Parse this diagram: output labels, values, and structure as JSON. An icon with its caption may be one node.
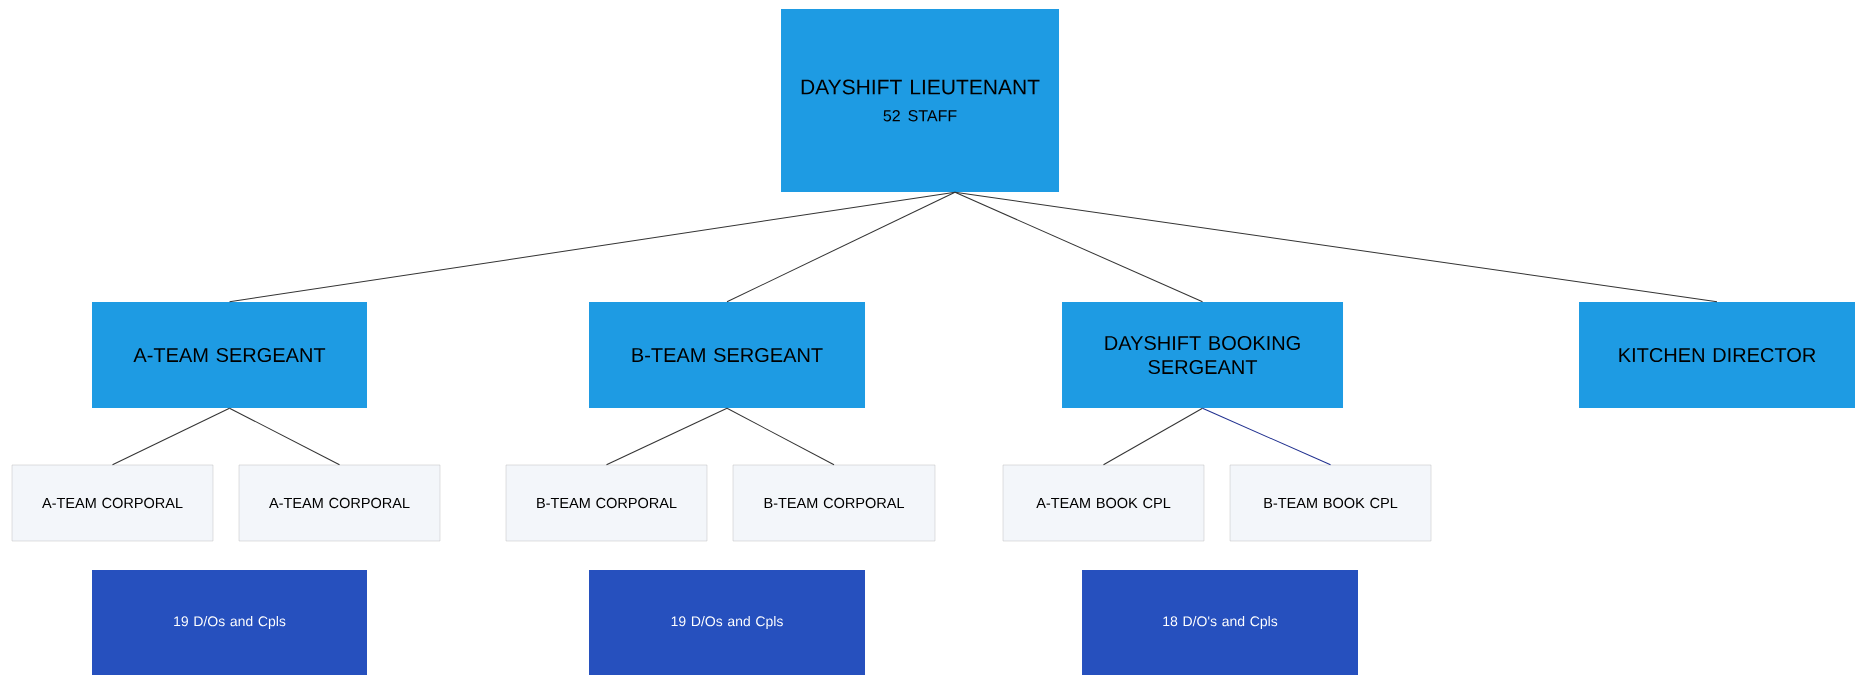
{
  "diagram": {
    "nodes": [
      {
        "text": [
          "DAYSHIFT LIEUTENANT",
          "52 STAFF"
        ]
      },
      {
        "text": [
          "A-TEAM SERGEANT"
        ]
      },
      {
        "text": [
          "B-TEAM SERGEANT"
        ]
      },
      {
        "text": [
          "DAYSHIFT BOOKING SERGEANT"
        ]
      },
      {
        "text": [
          "KITCHEN DIRECTOR"
        ]
      },
      {
        "text": [
          "A-TEAM CORPORAL"
        ]
      },
      {
        "text": [
          "A-TEAM CORPORAL"
        ]
      },
      {
        "text": [
          "B-TEAM CORPORAL"
        ]
      },
      {
        "text": [
          "B-TEAM CORPORAL"
        ]
      },
      {
        "text": [
          "A-TEAM BOOK CPL"
        ]
      },
      {
        "text": [
          "B-TEAM BOOK CPL"
        ]
      },
      {
        "text": [
          "19 D/Os and Cpls"
        ]
      },
      {
        "text": [
          "19 D/Os and Cpls"
        ]
      },
      {
        "text": [
          "18 D/O's and Cpls"
        ]
      }
    ],
    "edges": [
      {
        "from": 0,
        "to": 1,
        "arrow": "none"
      },
      {
        "from": 0,
        "to": 2,
        "arrow": "none"
      },
      {
        "from": 0,
        "to": 3,
        "arrow": "none"
      },
      {
        "from": 0,
        "to": 4,
        "arrow": "none"
      },
      {
        "from": 1,
        "to": 5,
        "arrow": "none"
      },
      {
        "from": 1,
        "to": 6,
        "arrow": "none"
      },
      {
        "from": 2,
        "to": 7,
        "arrow": "none"
      },
      {
        "from": 2,
        "to": 8,
        "arrow": "none"
      },
      {
        "from": 3,
        "to": 9,
        "arrow": "none"
      },
      {
        "from": 3,
        "to": 10,
        "arrow": "none",
        "color": "#1f2f8f"
      }
    ]
  }
}
